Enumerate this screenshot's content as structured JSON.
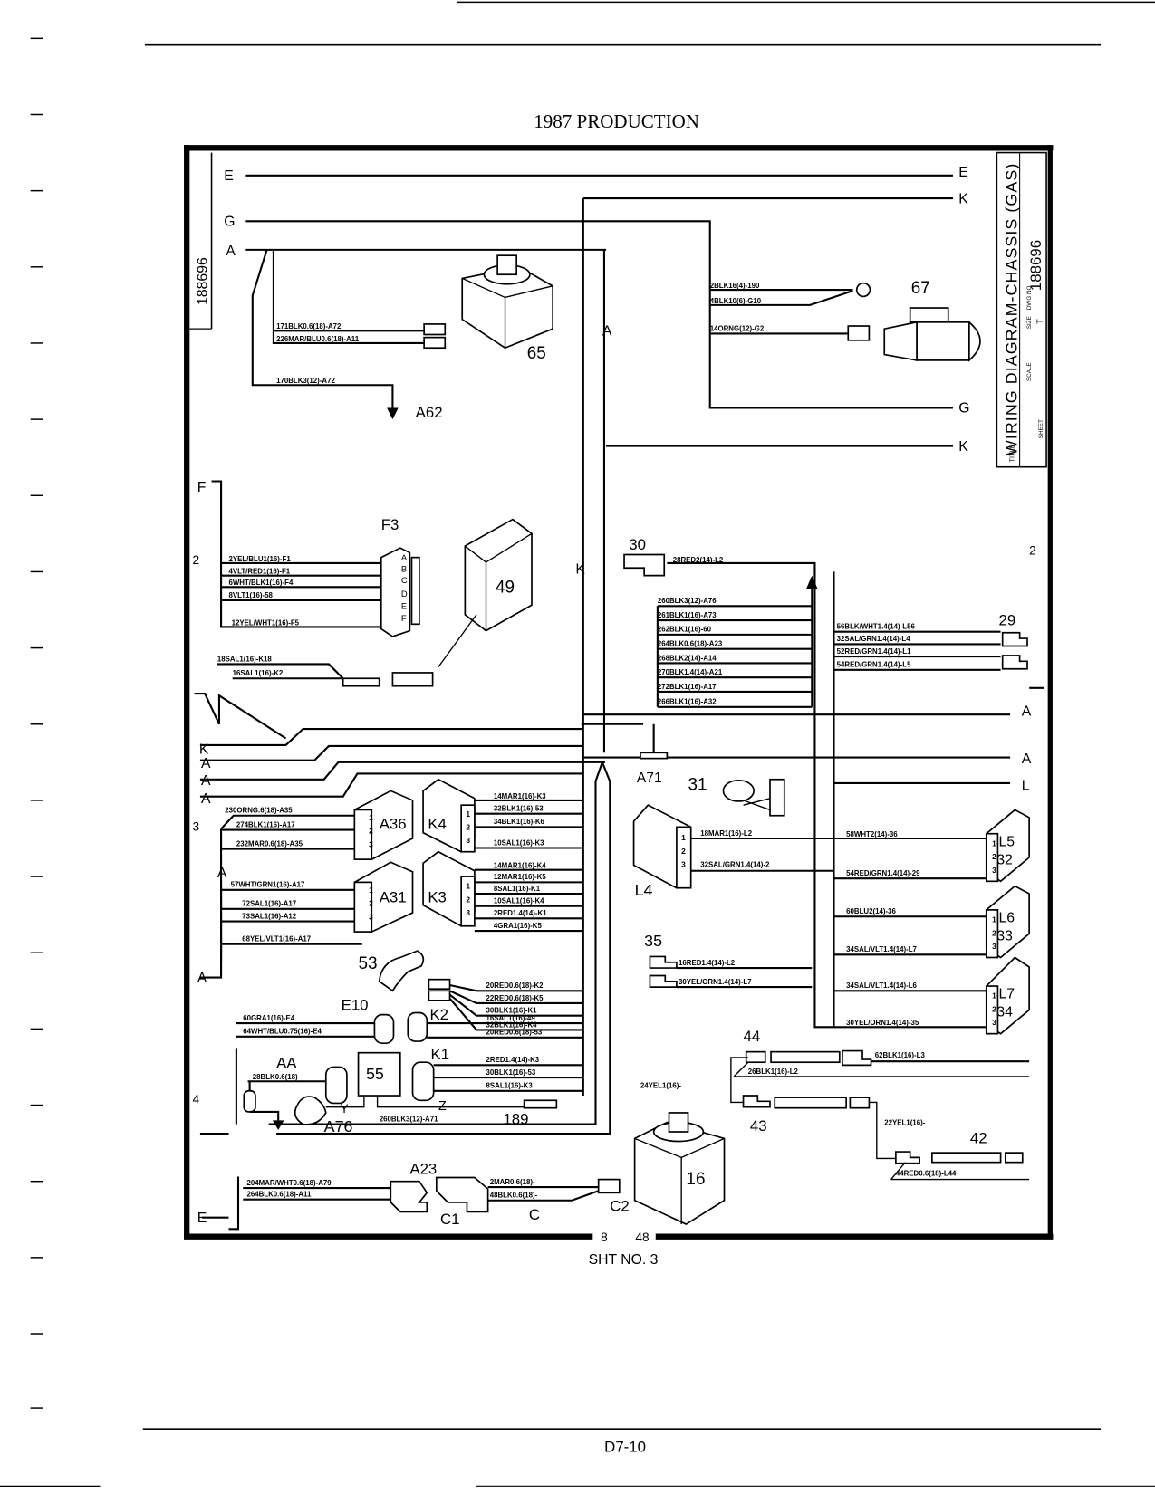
{
  "header": {
    "title": "1987 PRODUCTION"
  },
  "footer": {
    "sheet": "SHT NO. 3",
    "page": "D7-10",
    "left_marker": "8",
    "right_marker": "48"
  },
  "title_block": {
    "title_caption": "TITLE:",
    "title": "WIRING DIAGRAM-CHASSIS (GAS)",
    "drawing_number": "188696",
    "size_caption": "SIZE",
    "size": "T",
    "dwg_caption": "DWG NO",
    "scale_caption": "SCALE",
    "sheet_caption": "SHEET",
    "margin_number": "188696"
  },
  "bus_letters": {
    "left": [
      "E",
      "G",
      "A",
      "F",
      "K",
      "A",
      "A",
      "A",
      "A",
      "A",
      "E"
    ],
    "right": [
      "E",
      "K",
      "G",
      "K",
      "A",
      "A",
      "L"
    ],
    "vertical": [
      "A",
      "K"
    ],
    "zones": [
      "2",
      "3",
      "4",
      "2"
    ]
  },
  "components": {
    "c65": "65",
    "c67": "67",
    "a62": "A62",
    "f3": "F3",
    "c49": "49",
    "c30": "30",
    "c29": "29",
    "a71": "A71",
    "c31": "31",
    "a36": "A36",
    "k4": "K4",
    "a31": "A31",
    "k3": "K3",
    "c53": "53",
    "e10": "E10",
    "k2": "K2",
    "aa": "AA",
    "c55": "55",
    "k1": "K1",
    "y": "Y",
    "z": "Z",
    "a76": "A76",
    "c189": "189",
    "a23": "A23",
    "c1": "C1",
    "c": "C",
    "c2": "C2",
    "c16": "16",
    "l4": "L4",
    "l5": "L5",
    "c32": "32",
    "l6": "L6",
    "c33": "33",
    "l7": "L7",
    "c34": "34",
    "c35": "35",
    "c44": "44",
    "c43": "43",
    "c42": "42"
  },
  "pin_letters": {
    "f3": [
      "A",
      "B",
      "C",
      "D",
      "E",
      "F"
    ],
    "pins123": [
      "1",
      "2",
      "3"
    ]
  },
  "wire_labels": [
    "171BLK0.6(18)-A72",
    "226MAR/BLU0.6(18)-A11",
    "170BLK3(12)-A72",
    "2BLK16(4)-190",
    "4BLK10(6)-G10",
    "14ORNG(12)-G2",
    "2YEL/BLU1(16)-F1",
    "4VLT/RED1(16)-F1",
    "6WHT/BLK1(16)-F4",
    "8VLT1(16)-58",
    "12YEL/WHT1(16)-F5",
    "18SAL1(16)-K18",
    "16SAL1(16)-K2",
    "28RED2(14)-L2",
    "260BLK3(12)-A76",
    "261BLK1(16)-A73",
    "262BLK1(16)-60",
    "264BLK0.6(18)-A23",
    "268BLK2(14)-A14",
    "270BLK1.4(14)-A21",
    "272BLK1(16)-A17",
    "266BLK1(16)-A32",
    "56BLK/WHT1.4(14)-L56",
    "32SAL/GRN1.4(14)-L4",
    "52RED/GRN1.4(14)-L1",
    "54RED/GRN1.4(14)-L5",
    "230ORNG.6(18)-A35",
    "274BLK1(16)-A17",
    "232MAR0.6(18)-A35",
    "14MAR1(16)-K3",
    "32BLK1(16)-53",
    "34BLK1(16)-K6",
    "10SAL1(16)-K3",
    "57WHT/GRN1(16)-A17",
    "72SAL1(16)-A17",
    "73SAL1(16)-A12",
    "68YEL/VLT1(16)-A17",
    "14MAR1(16)-K4",
    "12MAR1(16)-K5",
    "8SAL1(16)-K1",
    "10SAL1(16)-K4",
    "2RED1.4(14)-K1",
    "4GRA1(16)-K5",
    "20RED0.6(18)-K2",
    "22RED0.6(18)-K5",
    "30BLK1(16)-K1",
    "32BLK1(16)-K4",
    "60GRA1(16)-E4",
    "64WHT/BLU0.75(16)-E4",
    "16SAL1(16)-49",
    "20RED0.6(18)-53",
    "28BLK0.6(18)",
    "2RED1.4(14)-K3",
    "30BLK1(16)-53",
    "8SAL1(16)-K3",
    "260BLK3(12)-A71",
    "204MAR/WHT0.6(18)-A79",
    "264BLK0.6(18)-A11",
    "2MAR0.6(18)-",
    "48BLK0.6(18)-",
    "18MAR1(16)-L2",
    "32SAL/GRN1.4(14)-2",
    "58WHT2(14)-36",
    "54RED/GRN1.4(14)-29",
    "60BLU2(14)-36",
    "34SAL/VLT1.4(14)-L7",
    "34SAL/VLT1.4(14)-L6",
    "30YEL/ORN1.4(14)-35",
    "16RED1.4(14)-L2",
    "30YEL/ORN1.4(14)-L7",
    "62BLK1(16)-L3",
    "26BLK1(16)-L2",
    "24YEL1(16)-",
    "22YEL1(16)-",
    "44RED0.6(18)-L44"
  ]
}
